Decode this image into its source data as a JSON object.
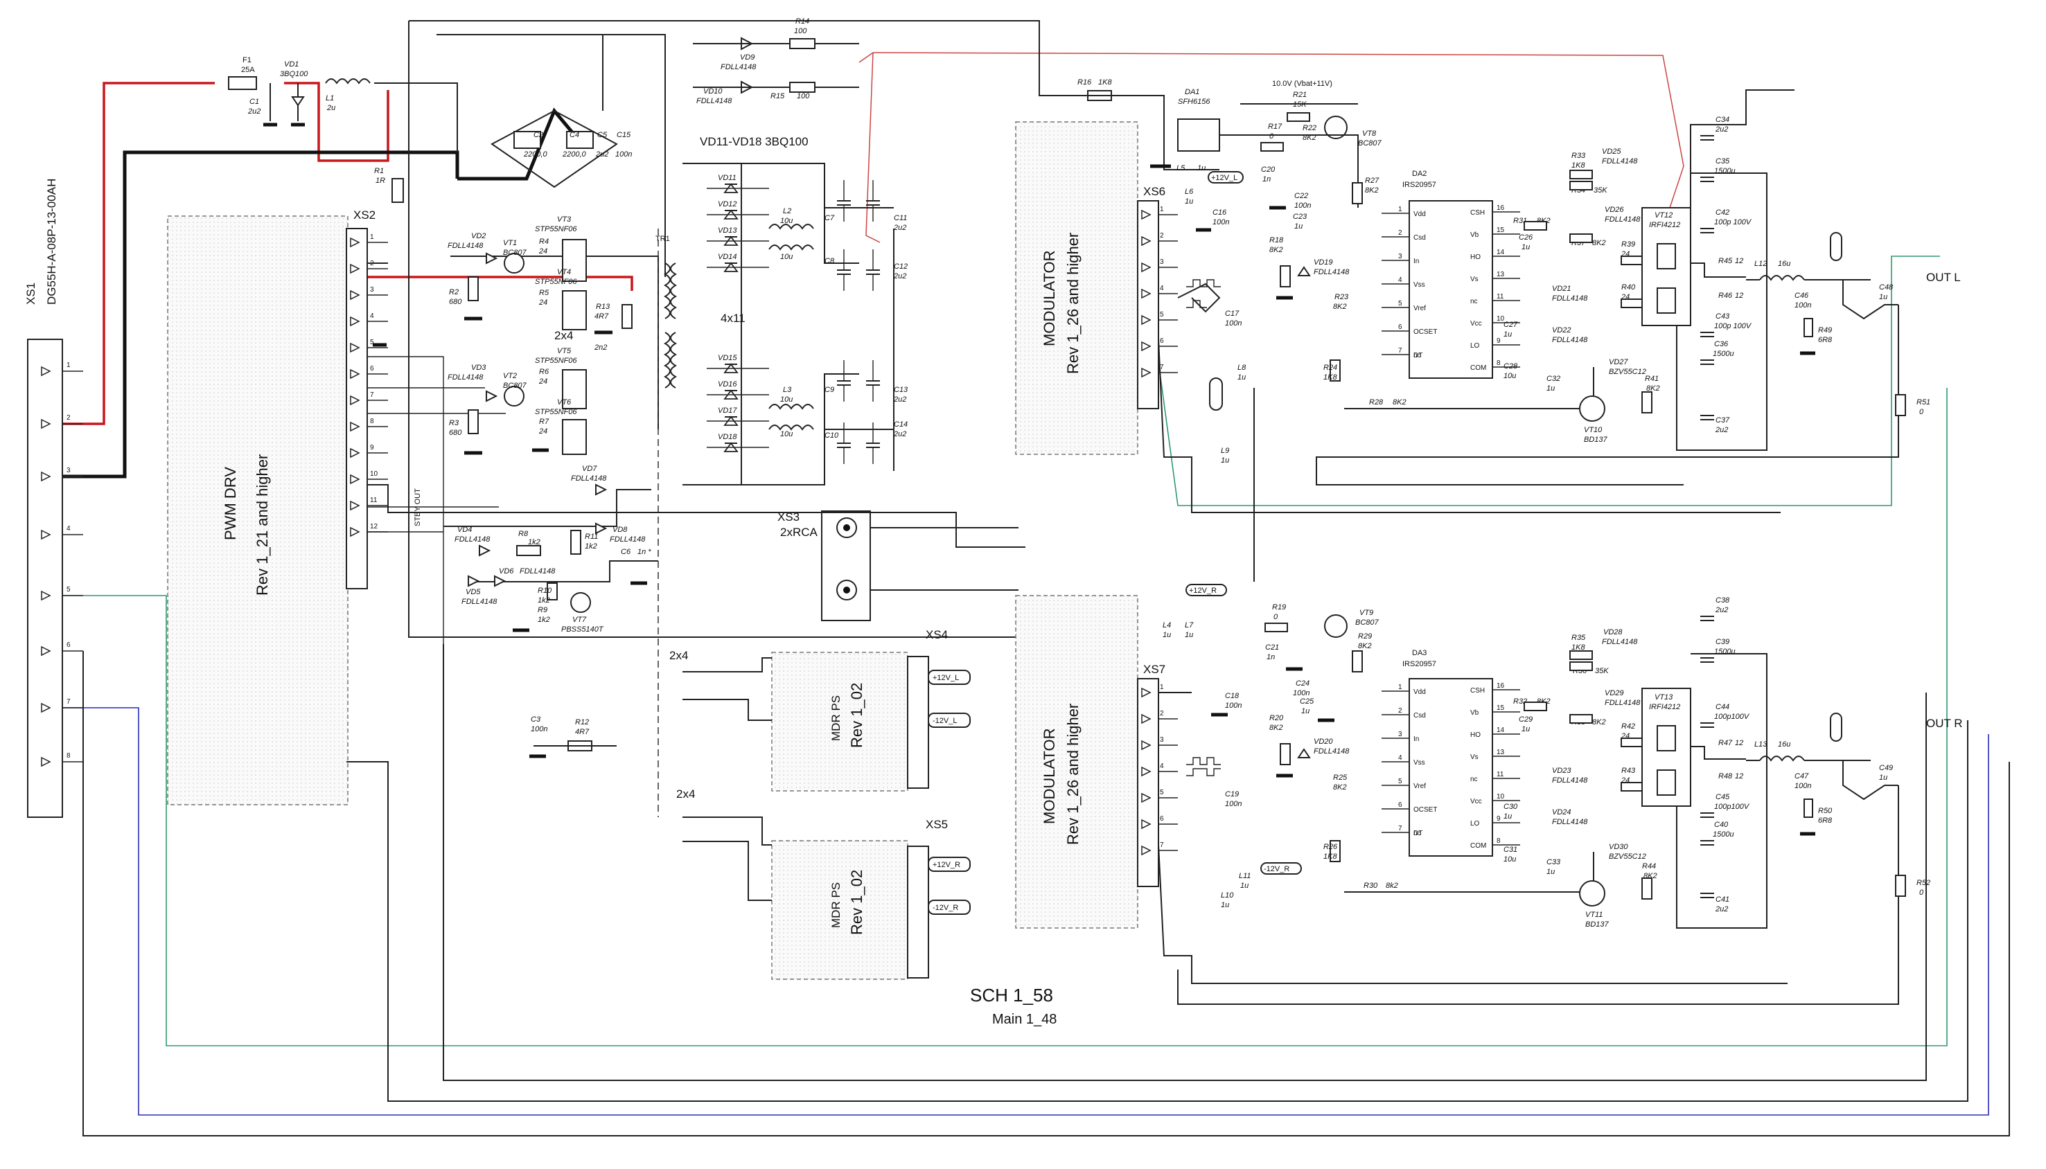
{
  "title": "SCH 1_58",
  "subtitle": "Main 1_48",
  "connectors": {
    "xs1_ref": "XS1",
    "xs1_part": "DG55H-A-08P-13-00AH",
    "xs1_pins": [
      "1",
      "2",
      "3",
      "4",
      "5",
      "6",
      "7",
      "8"
    ],
    "xs2_ref": "XS2",
    "xs2_pins": [
      "1",
      "2",
      "3",
      "4",
      "5",
      "6",
      "7",
      "8",
      "9",
      "10",
      "11",
      "12"
    ],
    "xs2_stby": "STBY OUT",
    "xs3_ref": "XS3",
    "xs3_part": "2xRCA",
    "xs4_ref": "XS4",
    "xs5_ref": "XS5",
    "xs6_ref": "XS6",
    "xs7_ref": "XS7",
    "xs6_pins": [
      "1",
      "2",
      "3",
      "4",
      "5",
      "6",
      "7"
    ],
    "xs7_pins": [
      "1",
      "2",
      "3",
      "4",
      "5",
      "6",
      "7"
    ]
  },
  "blocks": {
    "pwm_title": "PWM DRV",
    "pwm_rev": "Rev 1_21 and higher",
    "mod_title": "MODULATOR",
    "mod_rev": "Rev 1_26 and higher",
    "mdr_title": "MDR PS",
    "mdr_rev": "Rev 1_02"
  },
  "power_in": {
    "F1": "F1",
    "F1v": "25A",
    "VD1": "VD1",
    "VD1v": "3BQ100",
    "L1": "L1",
    "L1v": "2u",
    "C1": "C1",
    "C1v": "2u2",
    "R1": "R1",
    "R1v": "1R",
    "C2": "C2",
    "C2v": "2200,0",
    "C4": "C4",
    "C4v": "2200,0",
    "C5": "C5",
    "C5v": "2u2",
    "C15": "C15",
    "C15v": "100n",
    "VD9": "VD9",
    "VD9v": "FDLL4148",
    "VD10": "VD10",
    "VD10v": "FDLL4148",
    "R14": "R14",
    "R14v": "100",
    "R15": "R15",
    "R15v": "100",
    "R16": "R16",
    "R16v": "1K8"
  },
  "pwm_drv": {
    "VD2": "VD2",
    "VD2v": "FDLL4148",
    "VT1": "VT1",
    "VT1v": "BC807",
    "R2": "R2",
    "R2v": "680",
    "VT3": "VT3",
    "VT3v": "STP55NF06",
    "VT4": "VT4",
    "VT4v": "STP55NF06",
    "R4": "R4",
    "R4v": "24",
    "R5": "R5",
    "R5v": "24",
    "R13": "R13",
    "R13v": "4R7",
    "x2x4": "2x4",
    "VD3": "VD3",
    "VD3v": "FDLL4148",
    "VT2": "VT2",
    "VT2v": "BC807",
    "R3": "R3",
    "R3v": "680",
    "VT5": "VT5",
    "VT5v": "STP55NF06",
    "VT6": "VT6",
    "VT6v": "STP55NF06",
    "R6": "R6",
    "R6v": "24",
    "R7": "R7",
    "R7v": "24",
    "c2n2": "2n2",
    "VD7": "VD7",
    "VD7v": "FDLL4148",
    "VD4": "VD4",
    "VD4v": "FDLL4148",
    "R8": "R8",
    "R8v": "1k2",
    "R11": "R11",
    "R11v": "1k2",
    "VD8": "VD8",
    "VD8v": "FDLL4148",
    "C6": "C6",
    "C6v": "1n *",
    "VD5": "VD5",
    "VD5v": "FDLL4148",
    "VD6": "VD6",
    "VD6v": "FDLL4148",
    "R10": "R10",
    "R10v": "1k2",
    "R9": "R9",
    "R9v": "1k2",
    "VT7": "VT7",
    "VT7v": "PBSS5140T",
    "C3": "C3",
    "C3v": "100n",
    "R12": "R12",
    "R12v": "4R7"
  },
  "rectifier": {
    "title": "VD11-VD18 3BQ100",
    "TR1": "TR1",
    "x4x11": "4x11",
    "VD11": "VD11",
    "VD12": "VD12",
    "VD13": "VD13",
    "VD14": "VD14",
    "VD15": "VD15",
    "VD16": "VD16",
    "VD17": "VD17",
    "VD18": "VD18",
    "L2": "L2",
    "L2v": "10u",
    "L2b": "10u",
    "L3": "L3",
    "L3v": "10u",
    "L3b": "10u",
    "C7": "C7",
    "C8": "C8",
    "C9": "C9",
    "C10": "C10",
    "C11": "C11",
    "C11v": "2u2",
    "C12": "C12",
    "C12v": "2u2",
    "C13": "C13",
    "C13v": "2u2",
    "C14": "C14",
    "C14v": "2u2",
    "x2x4a": "2x4",
    "x2x4b": "2x4"
  },
  "mdr": {
    "v12L": "+12V_L",
    "v12Lm": "-12V_L",
    "v12R": "+12V_R",
    "v12Rm": "-12V_R"
  },
  "ch_l": {
    "DA1": "DA1",
    "DA1v": "SFH6156",
    "vbat": "10.0V (Vbat+11V)",
    "R21": "R21",
    "R21v": "15K",
    "R17": "R17",
    "R17v": "0",
    "R22": "R22",
    "R22v": "8K2",
    "VT8": "VT8",
    "VT8v": "BC807",
    "L5": "L5",
    "L5v": "1u",
    "v12": "+12V_L",
    "L6": "L6",
    "L6v": "1u",
    "C16": "C16",
    "C16v": "100n",
    "C20": "C20",
    "C20v": "1n",
    "C22": "C22",
    "C22v": "100n",
    "C23": "C23",
    "C23v": "1u",
    "R27": "R27",
    "R27v": "8K2",
    "DA2": "DA2",
    "DA2v": "IRS20957",
    "R18": "R18",
    "R18v": "8K2",
    "VD19": "VD19",
    "VD19v": "FDLL4148",
    "R23": "R23",
    "R23v": "8K2",
    "C17": "C17",
    "C17v": "100n",
    "L8": "L8",
    "L8v": "1u",
    "L9": "L9",
    "L9v": "1u",
    "R24": "R24",
    "R24v": "1K8",
    "R28": "R28",
    "R28v": "8K2",
    "R33": "R33",
    "R33v": "1K8",
    "VD25": "VD25",
    "VD25v": "FDLL4148",
    "R34": "R34",
    "R34v": "35K",
    "VD26": "VD26",
    "VD26v": "FDLL4148",
    "R31": "R31",
    "R31v": "8K2",
    "C26": "C26",
    "C26v": "1u",
    "R37": "R37",
    "R37v": "8K2",
    "R39": "R39",
    "R39v": "24",
    "R40": "R40",
    "R40v": "24",
    "VD21": "VD21",
    "VD21v": "FDLL4148",
    "C27": "C27",
    "C27v": "1u",
    "VD22": "VD22",
    "VD22v": "FDLL4148",
    "C28": "C28",
    "C28v": "10u",
    "C32": "C32",
    "C32v": "1u",
    "VD27": "VD27",
    "VD27v": "BZV55C12",
    "R41": "R41",
    "R41v": "8K2",
    "VT10": "VT10",
    "VT10v": "BD137",
    "VT12": "VT12",
    "VT12v": "IRFI4212",
    "C34": "C34",
    "C34v": "2u2",
    "C35": "C35",
    "C35v": "1500u",
    "C42": "C42",
    "C42v": "100p 100V",
    "R45": "R45",
    "R45v": "12",
    "R46": "R46",
    "R46v": "12",
    "C43": "C43",
    "C43v": "100p 100V",
    "C36": "C36",
    "C36v": "1500u",
    "C37": "C37",
    "C37v": "2u2",
    "L12": "L12",
    "L12v": "16u",
    "C46": "C46",
    "C46v": "100n",
    "R49": "R49",
    "R49v": "6R8",
    "C48": "C48",
    "C48v": "1u",
    "R51": "R51",
    "R51v": "0",
    "out": "OUT L"
  },
  "ch_r": {
    "v12": "+12V_R",
    "L4": "L4",
    "L4v": "1u",
    "L7": "L7",
    "L7v": "1u",
    "R19": "R19",
    "R19v": "0",
    "VT9": "VT9",
    "VT9v": "BC807",
    "R29": "R29",
    "R29v": "8K2",
    "C21": "C21",
    "C21v": "1n",
    "C24": "C24",
    "C24v": "100n",
    "C25": "C25",
    "C25v": "1u",
    "C18": "C18",
    "C18v": "100n",
    "DA3": "DA3",
    "DA3v": "IRS20957",
    "R20": "R20",
    "R20v": "8K2",
    "VD20": "VD20",
    "VD20v": "FDLL4148",
    "R25": "R25",
    "R25v": "8K2",
    "C19": "C19",
    "C19v": "100n",
    "R26": "R26",
    "R26v": "1K8",
    "L10": "L10",
    "L10v": "1u",
    "L11": "L11",
    "L11v": "1u",
    "R30": "R30",
    "R30v": "8k2",
    "R35": "R35",
    "R35v": "1K8",
    "VD28": "VD28",
    "VD28v": "FDLL4148",
    "R36": "R36",
    "R36v": "35K",
    "VD29": "VD29",
    "VD29v": "FDLL4148",
    "R32": "R32",
    "R32v": "8K2",
    "C29": "C29",
    "C29v": "1u",
    "R38": "R38",
    "R38v": "8K2",
    "R42": "R42",
    "R42v": "24",
    "R43": "R43",
    "R43v": "24",
    "VD23": "VD23",
    "VD23v": "FDLL4148",
    "C30": "C30",
    "C30v": "1u",
    "VD24": "VD24",
    "VD24v": "FDLL4148",
    "C31": "C31",
    "C31v": "10u",
    "C33": "C33",
    "C33v": "1u",
    "VD30": "VD30",
    "VD30v": "BZV55C12",
    "R44": "R44",
    "R44v": "8K2",
    "VT11": "VT11",
    "VT11v": "BD137",
    "VT13": "VT13",
    "VT13v": "IRFI4212",
    "C38": "C38",
    "C38v": "2u2",
    "C39": "C39",
    "C39v": "1500u",
    "C44": "C44",
    "C44v": "100p100V",
    "R47": "R47",
    "R47v": "12",
    "R48": "R48",
    "R48v": "12",
    "C45": "C45",
    "C45v": "100p100V",
    "C40": "C40",
    "C40v": "1500u",
    "C41": "C41",
    "C41v": "2u2",
    "L13": "L13",
    "L13v": "16u",
    "C47": "C47",
    "C47v": "100n",
    "R50": "R50",
    "R50v": "6R8",
    "C49": "C49",
    "C49v": "1u",
    "R52": "R52",
    "R52v": "0",
    "out": "OUT R"
  },
  "ic_pins_left": [
    "Vdd",
    "Csd",
    "In",
    "Vss",
    "Vref",
    "OCSET",
    "DT"
  ],
  "ic_pins_left_nums": [
    "1",
    "2",
    "3",
    "4",
    "5",
    "6",
    "7"
  ],
  "ic_pins_right": [
    "CSH",
    "Vb",
    "HO",
    "Vs",
    "nc",
    "Vcc",
    "LO",
    "COM"
  ],
  "ic_pins_right_nums": [
    "16",
    "15",
    "14",
    "13",
    "11",
    "10",
    "9",
    "8"
  ],
  "ic_pin_nc": "nc",
  "colors": {
    "red_wire": "#c8171c",
    "green_wire": "#2e9a6e",
    "blue_wire": "#2a2ab8"
  }
}
